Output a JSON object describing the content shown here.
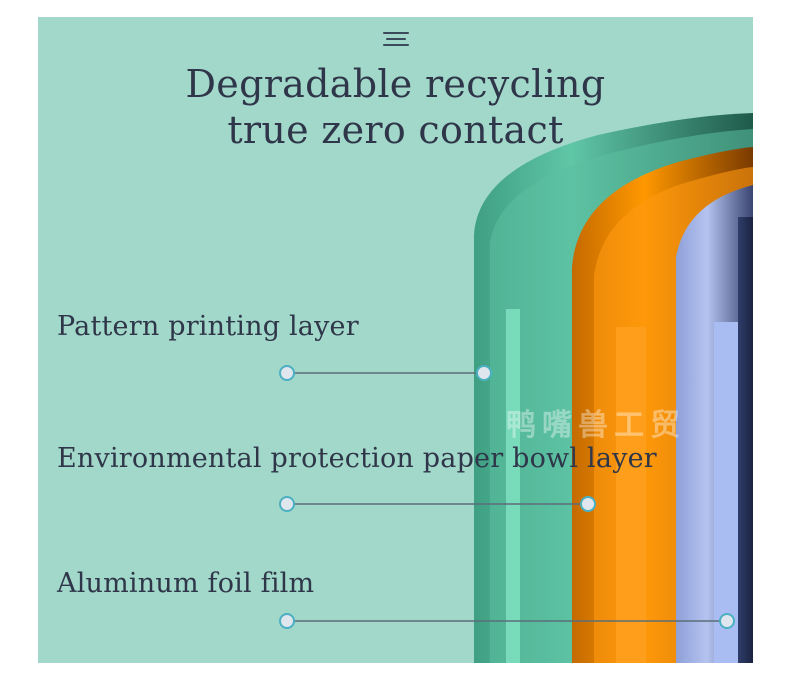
{
  "title_line1": "Degradable recycling",
  "title_line2": "true zero contact",
  "labels": [
    {
      "text": "Pattern printing layer",
      "color": "#4aa890"
    },
    {
      "text": "Environmental protection paper bowl layer",
      "color": "#f08a00"
    },
    {
      "text": "Aluminum foil film",
      "color": "#9aa8dc"
    }
  ],
  "watermark": "鸭嘴兽工贸",
  "icons": {
    "menu": "menu-icon"
  },
  "colors": {
    "background": "#a1d8c9",
    "text": "#2f3649",
    "callout_line": "#5a6e78",
    "callout_dot_fill": "#dfe6ee",
    "callout_dot_stroke": "#4bb0c2"
  }
}
